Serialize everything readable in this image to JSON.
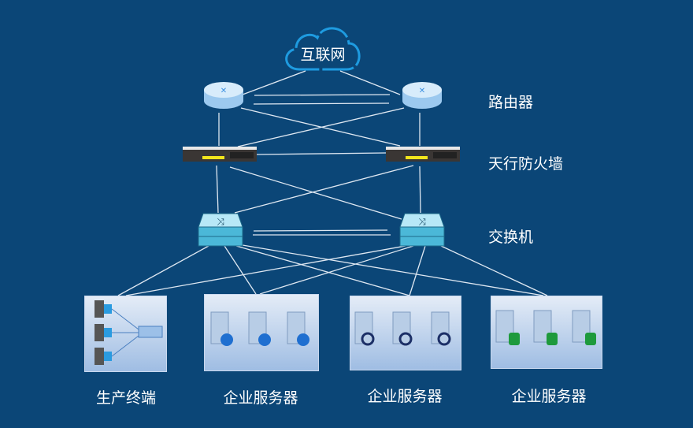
{
  "cloud": {
    "label": "互联网",
    "icon": "cloud-icon"
  },
  "layers": {
    "router": "路由器",
    "firewall": "天行防火墙",
    "switch": "交换机"
  },
  "groups": [
    {
      "label": "生产终端",
      "icon": "workstation-icon"
    },
    {
      "label": "企业服务器",
      "icon": "web-server-icon"
    },
    {
      "label": "企业服务器",
      "icon": "network-server-icon"
    },
    {
      "label": "企业服务器",
      "icon": "database-server-icon"
    }
  ],
  "colors": {
    "background": "#0b4677",
    "cloud": "#1e9be0",
    "router": "#bcdcf5",
    "switch": "#8fd6ec",
    "line": "#dfe8f2"
  }
}
